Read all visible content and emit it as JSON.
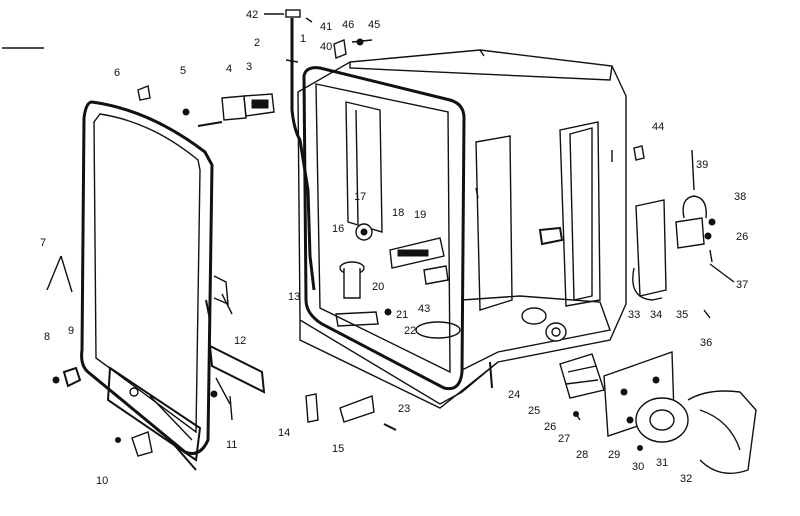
{
  "callouts": {
    "c1": "1",
    "c2": "2",
    "c3": "3",
    "c4": "4",
    "c5": "5",
    "c6": "6",
    "c7": "7",
    "c8": "8",
    "c9": "9",
    "c10": "10",
    "c11": "11",
    "c12": "12",
    "c13": "13",
    "c14": "14",
    "c15": "15",
    "c16": "16",
    "c17": "17",
    "c18": "18",
    "c19": "19",
    "c20": "20",
    "c21": "21",
    "c22": "22",
    "c23": "23",
    "c24": "24",
    "c25": "25",
    "c26a": "26",
    "c26b": "26",
    "c27": "27",
    "c28": "28",
    "c29": "29",
    "c30": "30",
    "c31": "31",
    "c32": "32",
    "c33": "33",
    "c34": "34",
    "c35": "35",
    "c36": "36",
    "c37": "37",
    "c38": "38",
    "c39": "39",
    "c40": "40",
    "c41": "41",
    "c42": "42",
    "c43": "43",
    "c44": "44",
    "c45": "45",
    "c46": "46"
  }
}
